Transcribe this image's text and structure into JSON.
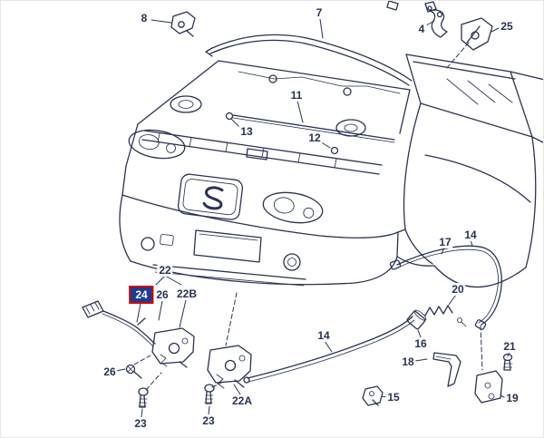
{
  "diagram": {
    "background_color": "#ffffff",
    "line_color": "#2a3354",
    "highlight": {
      "background": "#1d3c91",
      "border": "#d40000",
      "text_color": "#ffffff"
    },
    "callouts": [
      {
        "label": "8",
        "highlighted": false
      },
      {
        "label": "7",
        "highlighted": false
      },
      {
        "label": "4",
        "highlighted": false
      },
      {
        "label": "25",
        "highlighted": false
      },
      {
        "label": "11",
        "highlighted": false
      },
      {
        "label": "13",
        "highlighted": false
      },
      {
        "label": "12",
        "highlighted": false
      },
      {
        "label": "22",
        "highlighted": false
      },
      {
        "label": "24",
        "highlighted": true
      },
      {
        "label": "26",
        "highlighted": false
      },
      {
        "label": "22B",
        "highlighted": false
      },
      {
        "label": "17",
        "highlighted": false
      },
      {
        "label": "14",
        "highlighted": false
      },
      {
        "label": "20",
        "highlighted": false
      },
      {
        "label": "14",
        "highlighted": false
      },
      {
        "label": "16",
        "highlighted": false
      },
      {
        "label": "26",
        "highlighted": false
      },
      {
        "label": "18",
        "highlighted": false
      },
      {
        "label": "21",
        "highlighted": false
      },
      {
        "label": "23",
        "highlighted": false
      },
      {
        "label": "23",
        "highlighted": false
      },
      {
        "label": "22A",
        "highlighted": false
      },
      {
        "label": "15",
        "highlighted": false
      },
      {
        "label": "19",
        "highlighted": false
      }
    ]
  }
}
